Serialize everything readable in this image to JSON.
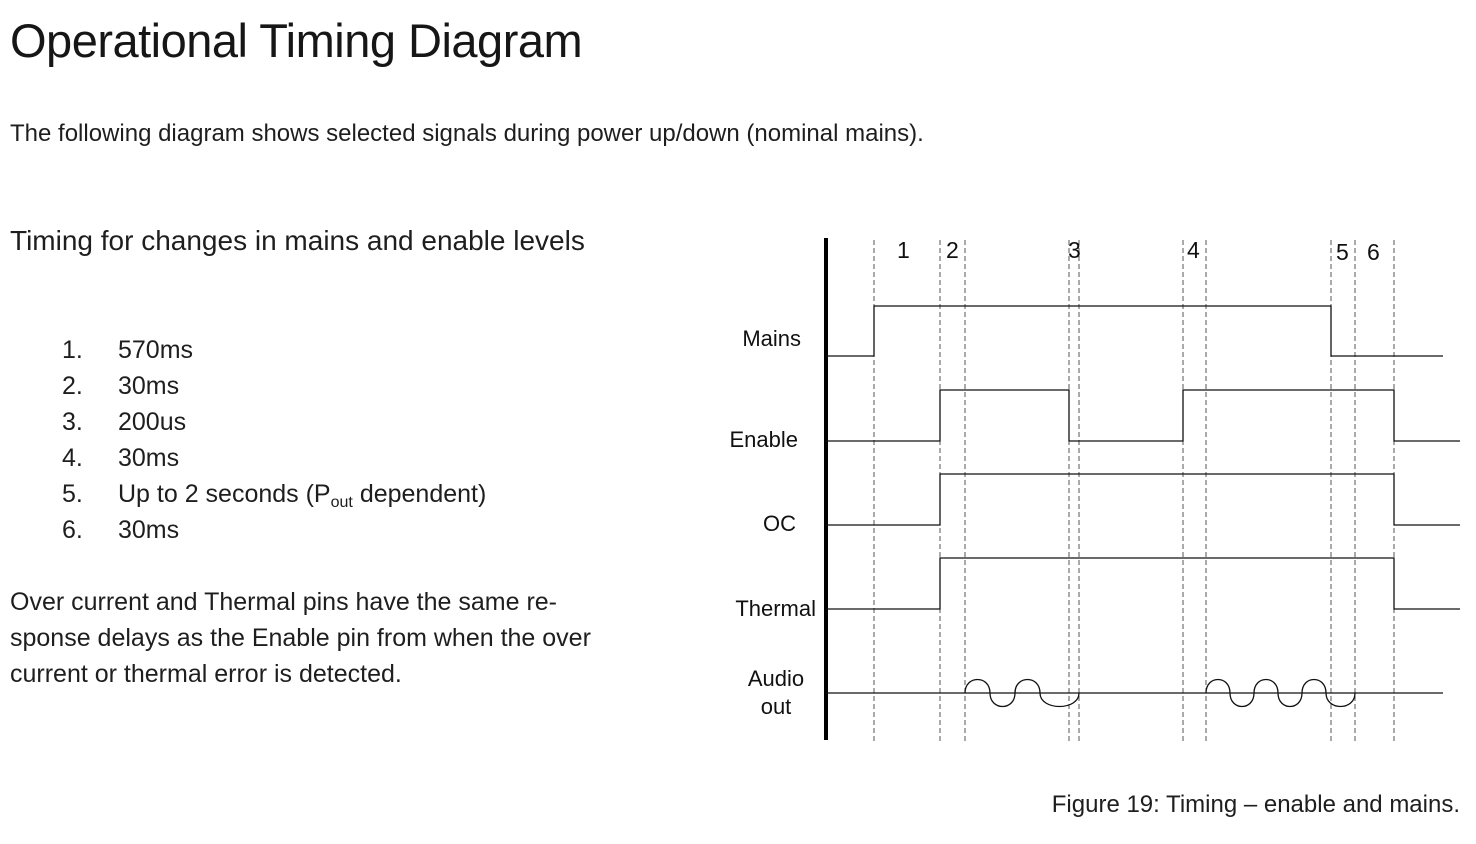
{
  "title": "Operational Timing Diagram",
  "intro": "The following diagram shows selected signals during power up/down (nominal mains).",
  "section_heading": "Timing for changes in mains and enable levels",
  "timings": [
    {
      "num": "1.",
      "text": "570ms"
    },
    {
      "num": "2.",
      "text": "30ms"
    },
    {
      "num": "3.",
      "text": "200us"
    },
    {
      "num": "4.",
      "text": "30ms"
    },
    {
      "num": "5.",
      "text_before": "Up to 2 seconds (P",
      "subscript": "out",
      "text_after": " dependent)"
    },
    {
      "num": "6.",
      "text": "30ms"
    }
  ],
  "note_lines": [
    "Over current and Thermal pins have the same re-",
    "sponse delays as the Enable pin from when the over",
    "current or thermal error is detected."
  ],
  "diagram": {
    "markers": [
      "1",
      "2",
      "3",
      "4",
      "5",
      "6"
    ],
    "signals": {
      "mains": "Mains",
      "enable": "Enable",
      "oc": "OC",
      "thermal": "Thermal",
      "audio_line1": "Audio",
      "audio_line2": "out"
    }
  },
  "caption": "Figure 19: Timing – enable and mains."
}
